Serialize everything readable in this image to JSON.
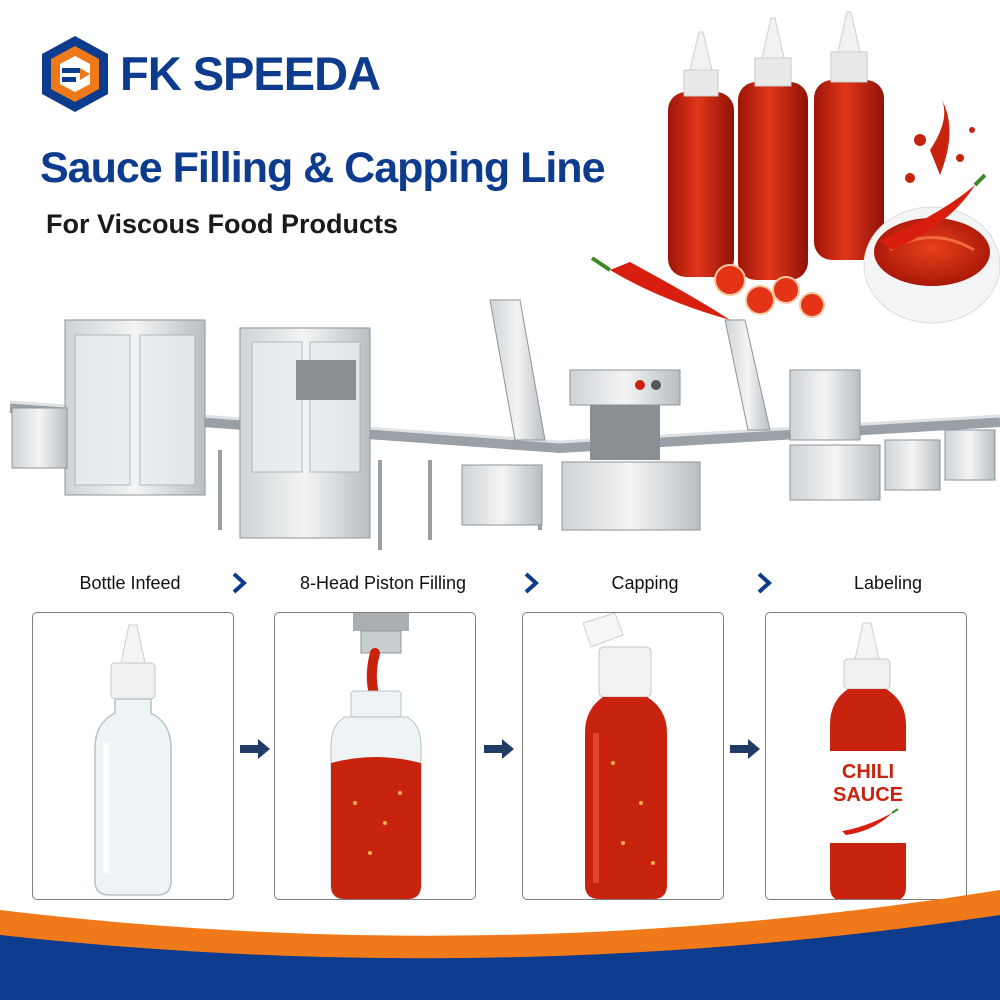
{
  "brand": {
    "name": "FK SPEEDA",
    "logo_icon": "fk-hexagon-logo-icon"
  },
  "headline": {
    "title": "Sauce Filling & Capping Line",
    "subtitle": "For Viscous Food Products"
  },
  "label_text": {
    "line1": "CHILI",
    "line2": "SAUCE"
  },
  "steps": [
    {
      "label": "Bottle Infeed"
    },
    {
      "label": "8-Head Piston Filling"
    },
    {
      "label": "Capping"
    },
    {
      "label": "Labeling"
    }
  ],
  "colors": {
    "brand_blue": "#0d3b8e",
    "accent_orange": "#f07a1a",
    "sauce_red": "#c8230f"
  }
}
